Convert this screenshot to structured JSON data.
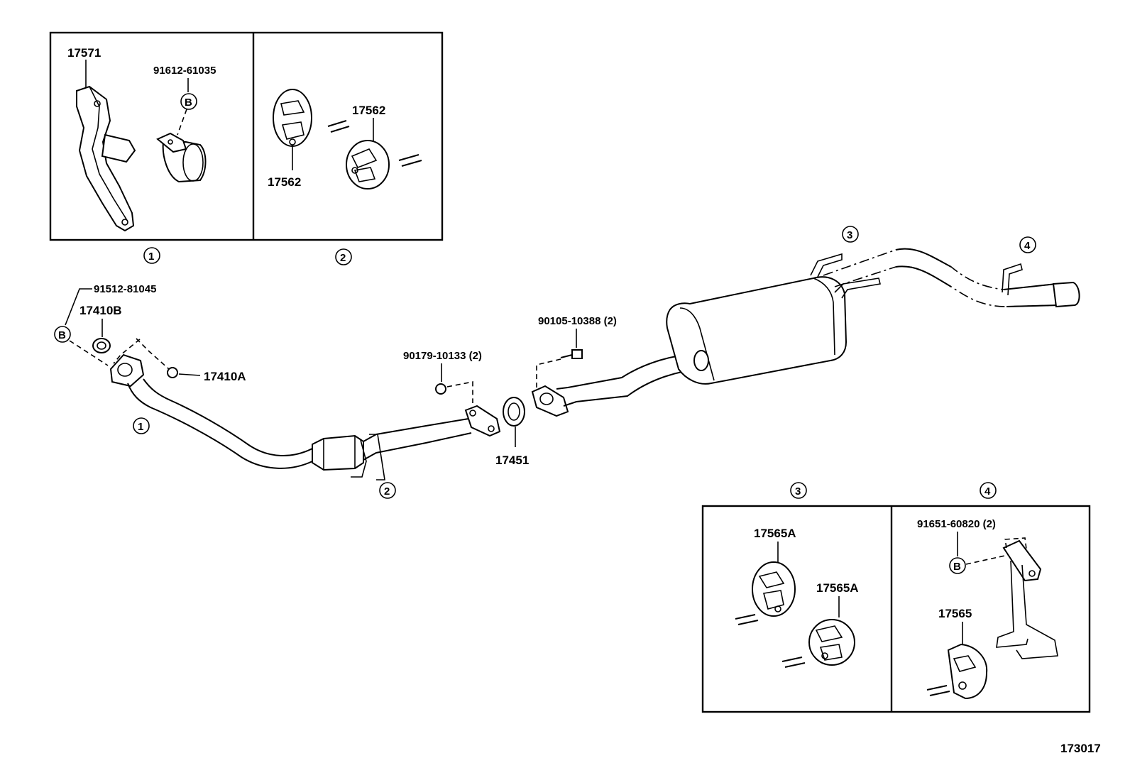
{
  "diagram_id": "173017",
  "boxes": {
    "box1": {
      "marker": "1",
      "parts": {
        "heat_insulator": "17571",
        "clamp_bolt": "91612-61035",
        "clamp_bolt_ref": "B"
      }
    },
    "box2": {
      "marker": "2",
      "parts": {
        "hanger_left": "17562",
        "hanger_right": "17562"
      }
    },
    "box3": {
      "marker": "3",
      "parts": {
        "hanger_upper": "17565A",
        "hanger_lower": "17565A"
      }
    },
    "box4": {
      "marker": "4",
      "parts": {
        "bracket_bolt": "91651-60820 (2)",
        "bracket_bolt_ref": "B",
        "hanger": "17565"
      }
    }
  },
  "main": {
    "stud_bolt": "91512-81045",
    "stud_bolt_ref": "B",
    "gasket": "17410B",
    "nut": "17410A",
    "flange_nut": "90179-10133 (2)",
    "flange_gasket": "17451",
    "flange_bolt": "90105-10388 (2)",
    "markers": {
      "front_pipe": "1",
      "center_hanger": "2",
      "muffler_hanger": "3",
      "tail_hanger": "4"
    }
  }
}
